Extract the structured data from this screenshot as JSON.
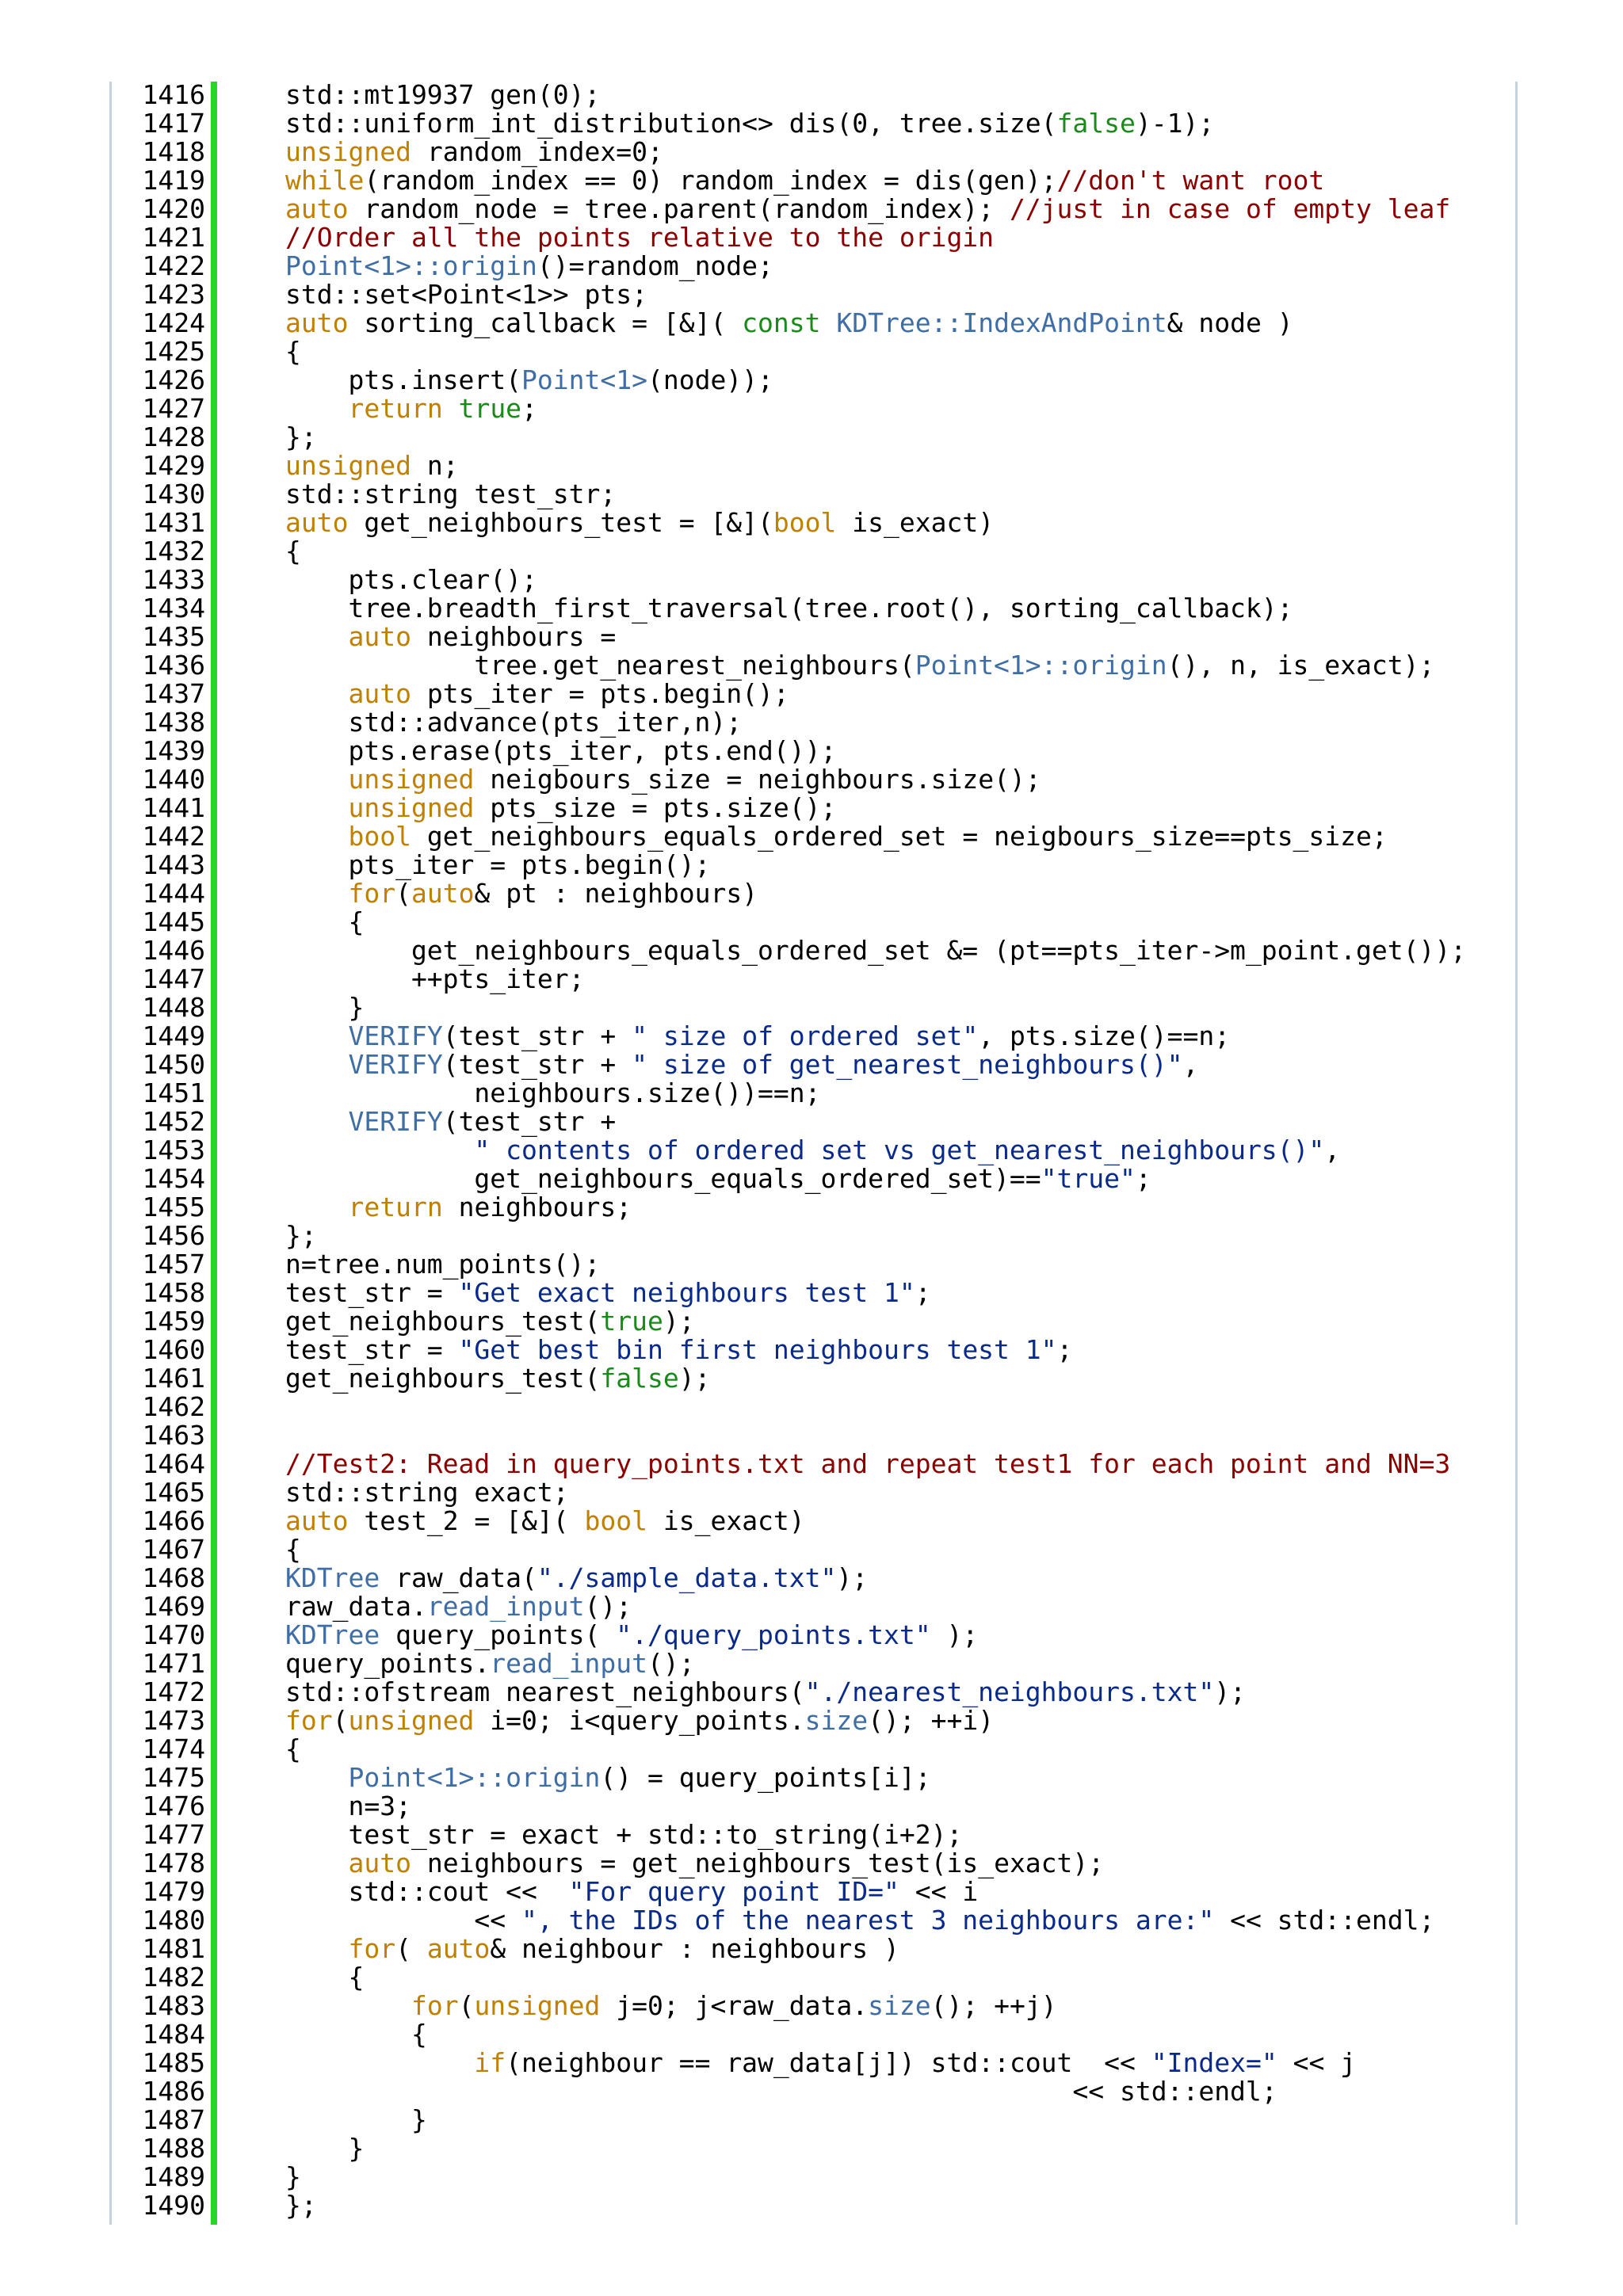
{
  "listing": {
    "line_numbers": [
      "1416",
      "1417",
      "1418",
      "1419",
      "1420",
      "1421",
      "1422",
      "1423",
      "1424",
      "1425",
      "1426",
      "1427",
      "1428",
      "1429",
      "1430",
      "1431",
      "1432",
      "1433",
      "1434",
      "1435",
      "1436",
      "1437",
      "1438",
      "1439",
      "1440",
      "1441",
      "1442",
      "1443",
      "1444",
      "1445",
      "1446",
      "1447",
      "1448",
      "1449",
      "1450",
      "1451",
      "1452",
      "1453",
      "1454",
      "1455",
      "1456",
      "1457",
      "1458",
      "1459",
      "1460",
      "1461",
      "1462",
      "1463",
      "1464",
      "1465",
      "1466",
      "1467",
      "1468",
      "1469",
      "1470",
      "1471",
      "1472",
      "1473",
      "1474",
      "1475",
      "1476",
      "1477",
      "1478",
      "1479",
      "1480",
      "1481",
      "1482",
      "1483",
      "1484",
      "1485",
      "1486",
      "1487",
      "1488",
      "1489",
      "1490"
    ],
    "lines": [
      [
        [
          "n",
          "std::mt19937 gen(0);"
        ]
      ],
      [
        [
          "n",
          "std::uniform_int_distribution<> dis(0, tree.size("
        ],
        [
          "b",
          "false"
        ],
        [
          "n",
          ")-1);"
        ]
      ],
      [
        [
          "k",
          "unsigned"
        ],
        [
          "n",
          " random_index=0;"
        ]
      ],
      [
        [
          "k",
          "while"
        ],
        [
          "n",
          "(random_index == 0) random_index = dis(gen);"
        ],
        [
          "c",
          "//don't want root"
        ]
      ],
      [
        [
          "k",
          "auto"
        ],
        [
          "n",
          " random_node = tree.parent(random_index); "
        ],
        [
          "c",
          "//just in case of empty leaf"
        ]
      ],
      [
        [
          "c",
          "//Order all the points relative to the origin"
        ]
      ],
      [
        [
          "t",
          "Point<1>::origin"
        ],
        [
          "n",
          "()=random_node;"
        ]
      ],
      [
        [
          "n",
          "std::set<Point<1>> pts;"
        ]
      ],
      [
        [
          "k",
          "auto"
        ],
        [
          "n",
          " sorting_callback = [&]( "
        ],
        [
          "b",
          "const"
        ],
        [
          "n",
          " "
        ],
        [
          "t",
          "KDTree::IndexAndPoint"
        ],
        [
          "n",
          "& node )"
        ]
      ],
      [
        [
          "n",
          "{"
        ]
      ],
      [
        [
          "n",
          "    pts.insert("
        ],
        [
          "t",
          "Point<1>"
        ],
        [
          "n",
          "(node));"
        ]
      ],
      [
        [
          "n",
          "    "
        ],
        [
          "k",
          "return"
        ],
        [
          "n",
          " "
        ],
        [
          "b",
          "true"
        ],
        [
          "n",
          ";"
        ]
      ],
      [
        [
          "n",
          "};"
        ]
      ],
      [
        [
          "k",
          "unsigned"
        ],
        [
          "n",
          " n;"
        ]
      ],
      [
        [
          "n",
          "std::string test_str;"
        ]
      ],
      [
        [
          "k",
          "auto"
        ],
        [
          "n",
          " get_neighbours_test = [&]("
        ],
        [
          "k",
          "bool"
        ],
        [
          "n",
          " is_exact)"
        ]
      ],
      [
        [
          "n",
          "{"
        ]
      ],
      [
        [
          "n",
          "    pts.clear();"
        ]
      ],
      [
        [
          "n",
          "    tree.breadth_first_traversal(tree.root(), sorting_callback);"
        ]
      ],
      [
        [
          "n",
          "    "
        ],
        [
          "k",
          "auto"
        ],
        [
          "n",
          " neighbours ="
        ]
      ],
      [
        [
          "n",
          "            tree.get_nearest_neighbours("
        ],
        [
          "t",
          "Point<1>::origin"
        ],
        [
          "n",
          "(), n, is_exact);"
        ]
      ],
      [
        [
          "n",
          "    "
        ],
        [
          "k",
          "auto"
        ],
        [
          "n",
          " pts_iter = pts.begin();"
        ]
      ],
      [
        [
          "n",
          "    std::advance(pts_iter,n);"
        ]
      ],
      [
        [
          "n",
          "    pts.erase(pts_iter, pts.end());"
        ]
      ],
      [
        [
          "n",
          "    "
        ],
        [
          "k",
          "unsigned"
        ],
        [
          "n",
          " neigbours_size = neighbours.size();"
        ]
      ],
      [
        [
          "n",
          "    "
        ],
        [
          "k",
          "unsigned"
        ],
        [
          "n",
          " pts_size = pts.size();"
        ]
      ],
      [
        [
          "n",
          "    "
        ],
        [
          "k",
          "bool"
        ],
        [
          "n",
          " get_neighbours_equals_ordered_set = neigbours_size==pts_size;"
        ]
      ],
      [
        [
          "n",
          "    pts_iter = pts.begin();"
        ]
      ],
      [
        [
          "n",
          "    "
        ],
        [
          "k",
          "for"
        ],
        [
          "n",
          "("
        ],
        [
          "k",
          "auto"
        ],
        [
          "n",
          "& pt : neighbours)"
        ]
      ],
      [
        [
          "n",
          "    {"
        ]
      ],
      [
        [
          "n",
          "        get_neighbours_equals_ordered_set &= (pt==pts_iter->m_point.get());"
        ]
      ],
      [
        [
          "n",
          "        ++pts_iter;"
        ]
      ],
      [
        [
          "n",
          "    }"
        ]
      ],
      [
        [
          "n",
          "    "
        ],
        [
          "t",
          "VERIFY"
        ],
        [
          "n",
          "(test_str + "
        ],
        [
          "s",
          "\" size of ordered set\""
        ],
        [
          "n",
          ", pts.size()==n;"
        ]
      ],
      [
        [
          "n",
          "    "
        ],
        [
          "t",
          "VERIFY"
        ],
        [
          "n",
          "(test_str + "
        ],
        [
          "s",
          "\" size of get_nearest_neighbours()\""
        ],
        [
          "n",
          ","
        ]
      ],
      [
        [
          "n",
          "            neighbours.size())==n;"
        ]
      ],
      [
        [
          "n",
          "    "
        ],
        [
          "t",
          "VERIFY"
        ],
        [
          "n",
          "(test_str +"
        ]
      ],
      [
        [
          "n",
          "            "
        ],
        [
          "s",
          "\" contents of ordered set vs get_nearest_neighbours()\""
        ],
        [
          "n",
          ","
        ]
      ],
      [
        [
          "n",
          "            get_neighbours_equals_ordered_set)=="
        ],
        [
          "s",
          "\"true\""
        ],
        [
          "n",
          ";"
        ]
      ],
      [
        [
          "n",
          "    "
        ],
        [
          "k",
          "return"
        ],
        [
          "n",
          " neighbours;"
        ]
      ],
      [
        [
          "n",
          "};"
        ]
      ],
      [
        [
          "n",
          "n=tree.num_points();"
        ]
      ],
      [
        [
          "n",
          "test_str = "
        ],
        [
          "s",
          "\"Get exact neighbours test 1\""
        ],
        [
          "n",
          ";"
        ]
      ],
      [
        [
          "n",
          "get_neighbours_test("
        ],
        [
          "b",
          "true"
        ],
        [
          "n",
          ");"
        ]
      ],
      [
        [
          "n",
          "test_str = "
        ],
        [
          "s",
          "\"Get best bin first neighbours test 1\""
        ],
        [
          "n",
          ";"
        ]
      ],
      [
        [
          "n",
          "get_neighbours_test("
        ],
        [
          "b",
          "false"
        ],
        [
          "n",
          ");"
        ]
      ],
      [],
      [],
      [
        [
          "c",
          "//Test2: Read in query_points.txt and repeat test1 for each point and NN=3"
        ]
      ],
      [
        [
          "n",
          "std::string exact;"
        ]
      ],
      [
        [
          "k",
          "auto"
        ],
        [
          "n",
          " test_2 = [&]( "
        ],
        [
          "k",
          "bool"
        ],
        [
          "n",
          " is_exact)"
        ]
      ],
      [
        [
          "n",
          "{"
        ]
      ],
      [
        [
          "t",
          "KDTree"
        ],
        [
          "n",
          " raw_data("
        ],
        [
          "s",
          "\"./sample_data.txt\""
        ],
        [
          "n",
          ");"
        ]
      ],
      [
        [
          "n",
          "raw_data."
        ],
        [
          "t",
          "read_input"
        ],
        [
          "n",
          "();"
        ]
      ],
      [
        [
          "t",
          "KDTree"
        ],
        [
          "n",
          " query_points( "
        ],
        [
          "s",
          "\"./query_points.txt\""
        ],
        [
          "n",
          " );"
        ]
      ],
      [
        [
          "n",
          "query_points."
        ],
        [
          "t",
          "read_input"
        ],
        [
          "n",
          "();"
        ]
      ],
      [
        [
          "n",
          "std::ofstream nearest_neighbours("
        ],
        [
          "s",
          "\"./nearest_neighbours.txt\""
        ],
        [
          "n",
          ");"
        ]
      ],
      [
        [
          "k",
          "for"
        ],
        [
          "n",
          "("
        ],
        [
          "k",
          "unsigned"
        ],
        [
          "n",
          " i=0; i<query_points."
        ],
        [
          "t",
          "size"
        ],
        [
          "n",
          "(); ++i)"
        ]
      ],
      [
        [
          "n",
          "{"
        ]
      ],
      [
        [
          "n",
          "    "
        ],
        [
          "t",
          "Point<1>::origin"
        ],
        [
          "n",
          "() = query_points[i];"
        ]
      ],
      [
        [
          "n",
          "    n=3;"
        ]
      ],
      [
        [
          "n",
          "    test_str = exact + std::to_string(i+2);"
        ]
      ],
      [
        [
          "n",
          "    "
        ],
        [
          "k",
          "auto"
        ],
        [
          "n",
          " neighbours = get_neighbours_test(is_exact);"
        ]
      ],
      [
        [
          "n",
          "    std::cout <<  "
        ],
        [
          "s",
          "\"For query point ID=\""
        ],
        [
          "n",
          " << i"
        ]
      ],
      [
        [
          "n",
          "            << "
        ],
        [
          "s",
          "\", the IDs of the nearest 3 neighbours are:\""
        ],
        [
          "n",
          " << std::endl;"
        ]
      ],
      [
        [
          "n",
          "    "
        ],
        [
          "k",
          "for"
        ],
        [
          "n",
          "( "
        ],
        [
          "k",
          "auto"
        ],
        [
          "n",
          "& neighbour : neighbours )"
        ]
      ],
      [
        [
          "n",
          "    {"
        ]
      ],
      [
        [
          "n",
          "        "
        ],
        [
          "k",
          "for"
        ],
        [
          "n",
          "("
        ],
        [
          "k",
          "unsigned"
        ],
        [
          "n",
          " j=0; j<raw_data."
        ],
        [
          "t",
          "size"
        ],
        [
          "n",
          "(); ++j)"
        ]
      ],
      [
        [
          "n",
          "        {"
        ]
      ],
      [
        [
          "n",
          "            "
        ],
        [
          "k",
          "if"
        ],
        [
          "n",
          "(neighbour == raw_data[j]) std::cout  << "
        ],
        [
          "s",
          "\"Index=\""
        ],
        [
          "n",
          " << j"
        ]
      ],
      [
        [
          "n",
          "                                                  << std::endl;"
        ]
      ],
      [
        [
          "n",
          "        }"
        ]
      ],
      [
        [
          "n",
          "    }"
        ]
      ],
      [
        [
          "n",
          "}"
        ]
      ],
      [
        [
          "n",
          "};"
        ]
      ]
    ]
  },
  "colors": {
    "keyword": "#c08000",
    "type": "#3f6ea6",
    "bool_literal": "#1a8a1a",
    "comment": "#8b0000",
    "string": "#0a2a8a",
    "change_bar": "#2bd42b",
    "frame": "#c5d3de"
  }
}
